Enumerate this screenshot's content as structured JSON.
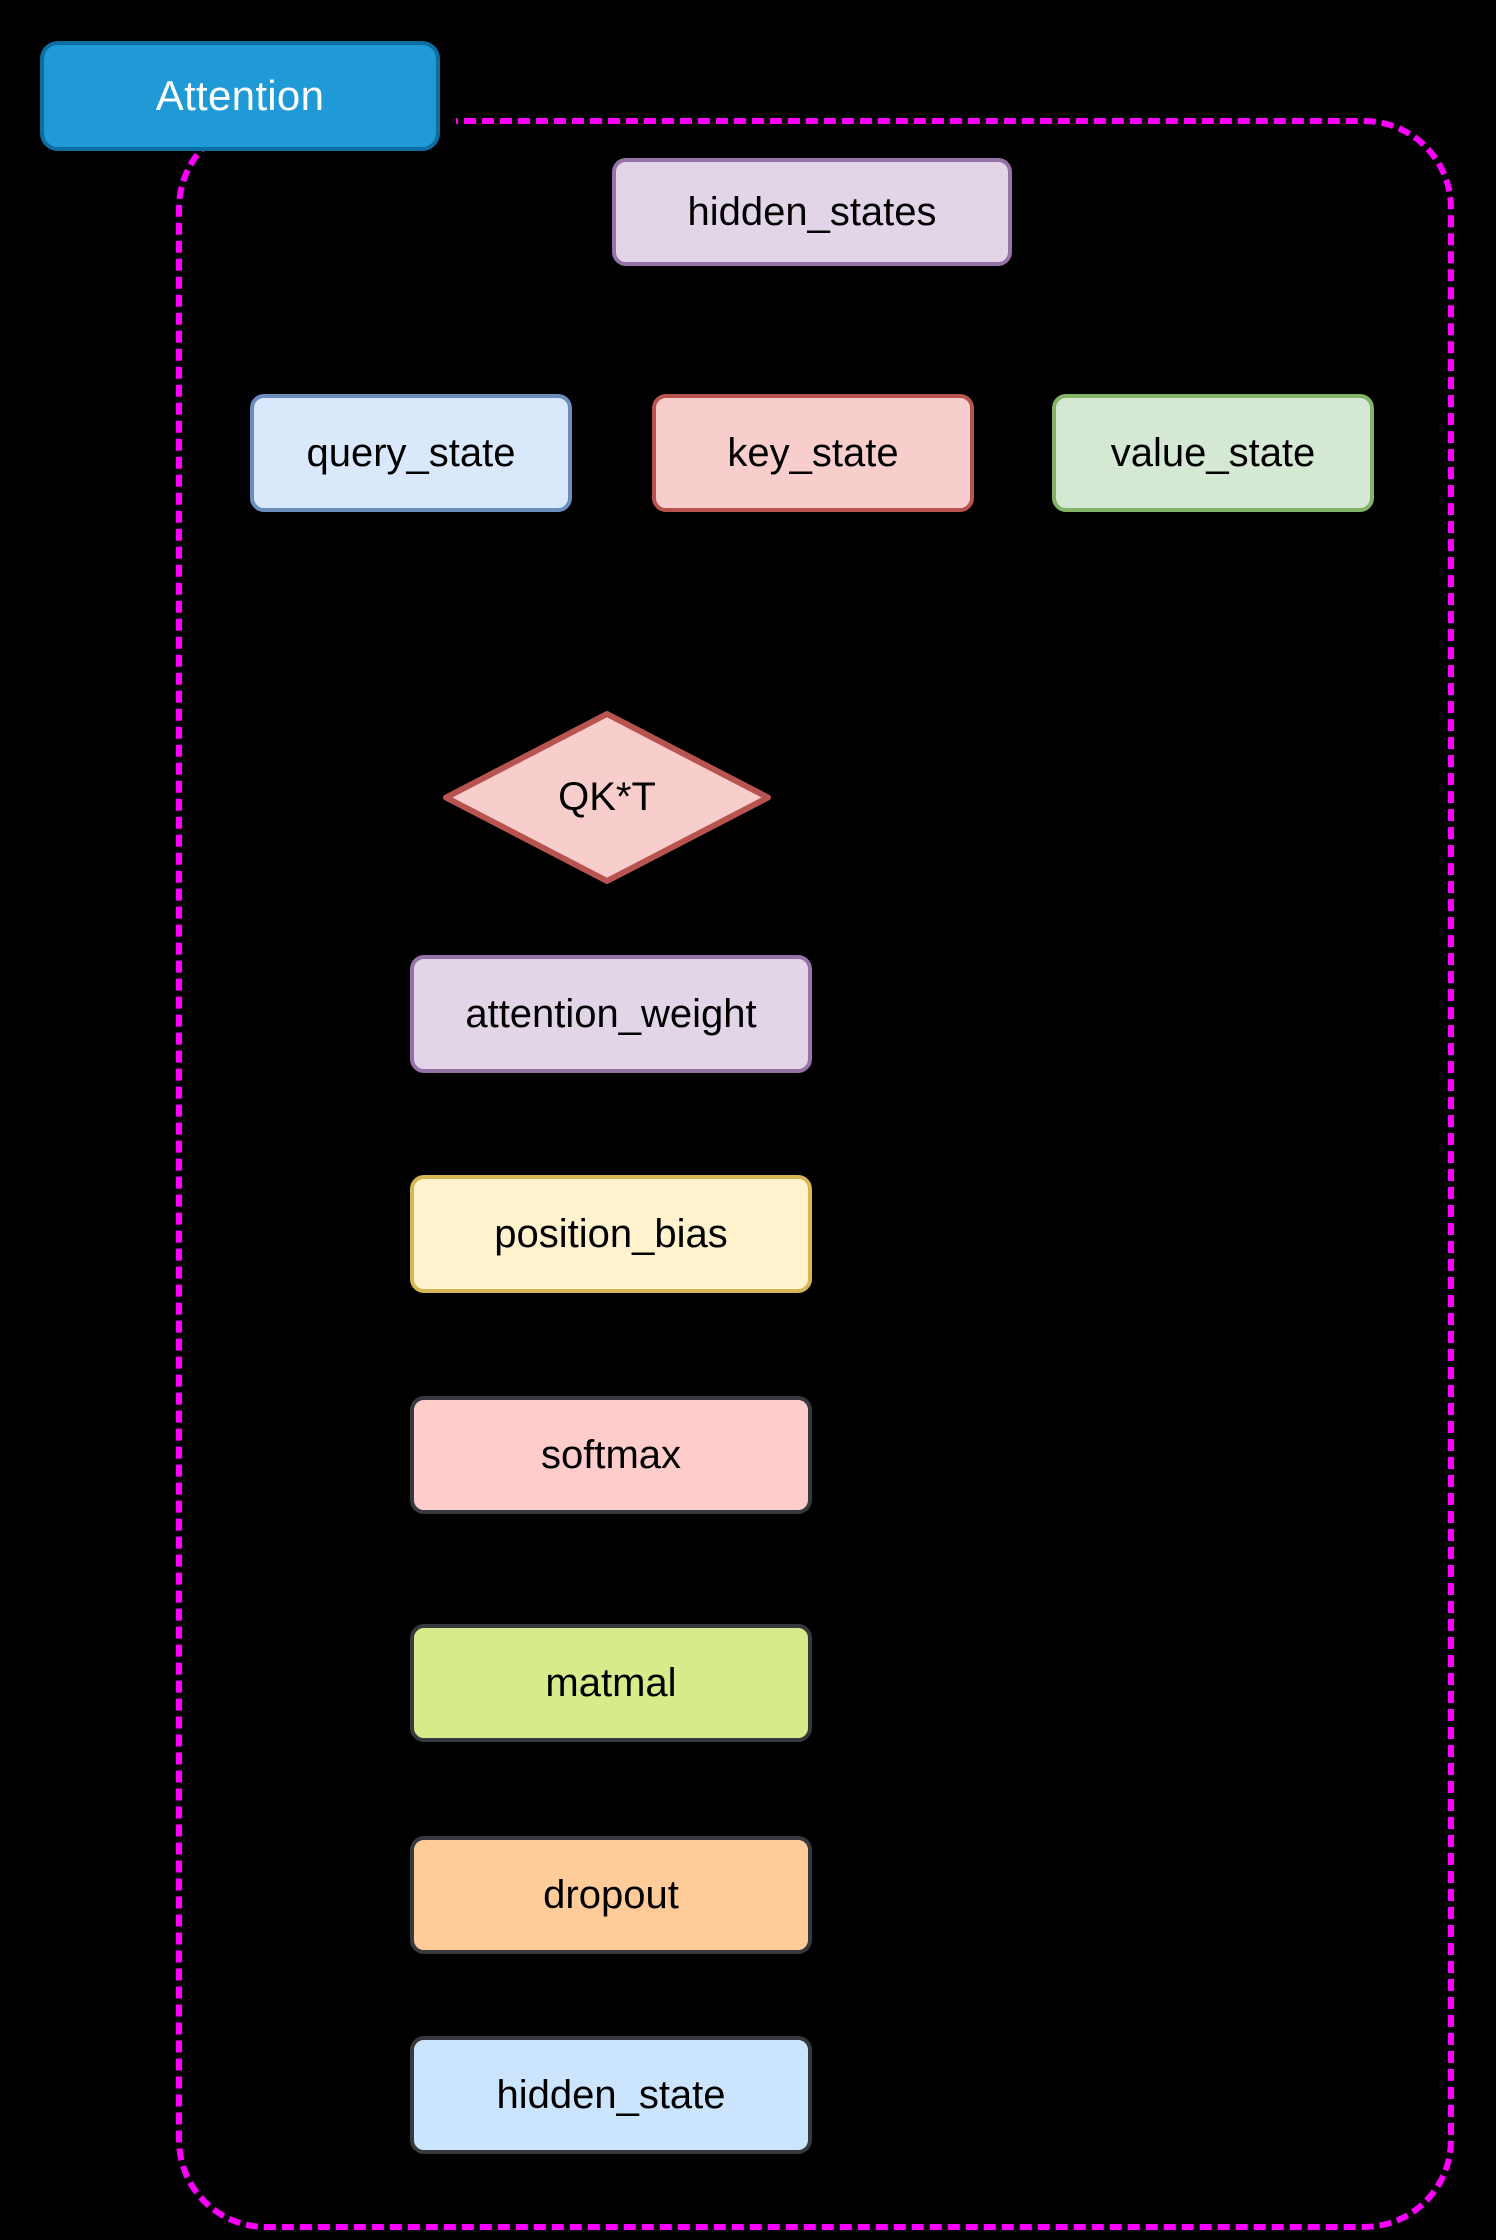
{
  "diagram": {
    "background_color": "#000000",
    "title_tab": {
      "label": "Attention",
      "fill": "#1f9ad6",
      "stroke": "#0b6fa4",
      "text_color": "#ffffff"
    },
    "container": {
      "stroke": "#ff00ff",
      "style": "dashed",
      "shape": "rounded-rectangle"
    },
    "nodes": [
      {
        "id": "hidden_states",
        "label": "hidden_states",
        "shape": "rounded-rectangle",
        "fill": "#e1d5e7",
        "stroke": "#9673a6"
      },
      {
        "id": "query_state",
        "label": "query_state",
        "shape": "rounded-rectangle",
        "fill": "#dae8fc",
        "stroke": "#6c8ebf"
      },
      {
        "id": "key_state",
        "label": "key_state",
        "shape": "rounded-rectangle",
        "fill": "#f8cecc",
        "stroke": "#b85450"
      },
      {
        "id": "value_state",
        "label": "value_state",
        "shape": "rounded-rectangle",
        "fill": "#d5e8d4",
        "stroke": "#82b366"
      },
      {
        "id": "qkt",
        "label": "QK*T",
        "shape": "diamond",
        "fill": "#f8cecc",
        "stroke": "#b85450"
      },
      {
        "id": "attention_weight",
        "label": "attention_weight",
        "shape": "rounded-rectangle",
        "fill": "#e1d5e7",
        "stroke": "#9673a6"
      },
      {
        "id": "position_bias",
        "label": "position_bias",
        "shape": "rounded-rectangle",
        "fill": "#fff2cc",
        "stroke": "#d6b656"
      },
      {
        "id": "softmax",
        "label": "softmax",
        "shape": "rounded-rectangle",
        "fill": "#ffcccc",
        "stroke": "#36393d"
      },
      {
        "id": "matmal",
        "label": "matmal",
        "shape": "rounded-rectangle",
        "fill": "#d6ec8a",
        "stroke": "#36393d"
      },
      {
        "id": "dropout",
        "label": "dropout",
        "shape": "rounded-rectangle",
        "fill": "#ffcc99",
        "stroke": "#36393d"
      },
      {
        "id": "hidden_state",
        "label": "hidden_state",
        "shape": "rounded-rectangle",
        "fill": "#cce5ff",
        "stroke": "#36393d"
      }
    ]
  }
}
